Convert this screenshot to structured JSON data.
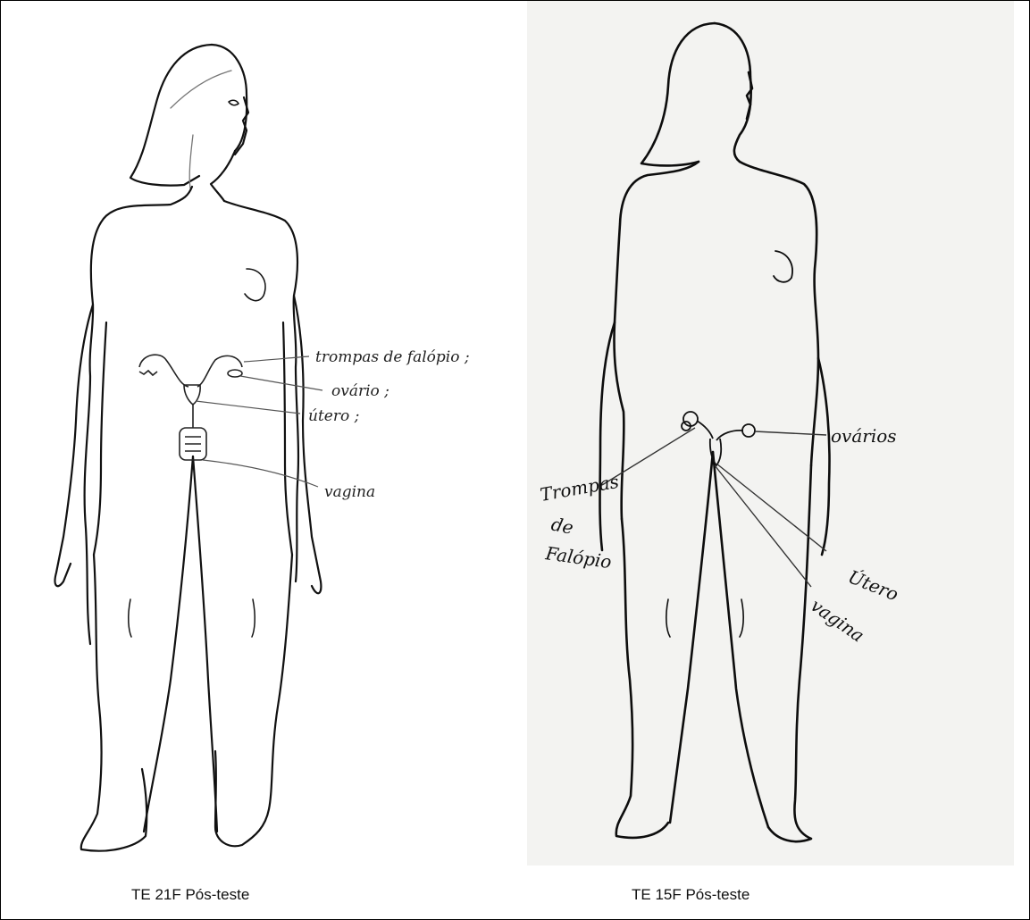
{
  "figures": [
    {
      "caption": "TE 21F Pós-teste",
      "labels": {
        "fallopian": "trompas de falópio ;",
        "ovary": "ovário ;",
        "uterus": "útero ;",
        "vagina": "vagina"
      }
    },
    {
      "caption": "TE 15F Pós-teste",
      "labels": {
        "ovaries": "ovários",
        "fallopian_1": "Trompas",
        "fallopian_2": "de",
        "fallopian_3": "Falópio",
        "uterus": "Útero",
        "vagina": "vagina"
      }
    }
  ]
}
